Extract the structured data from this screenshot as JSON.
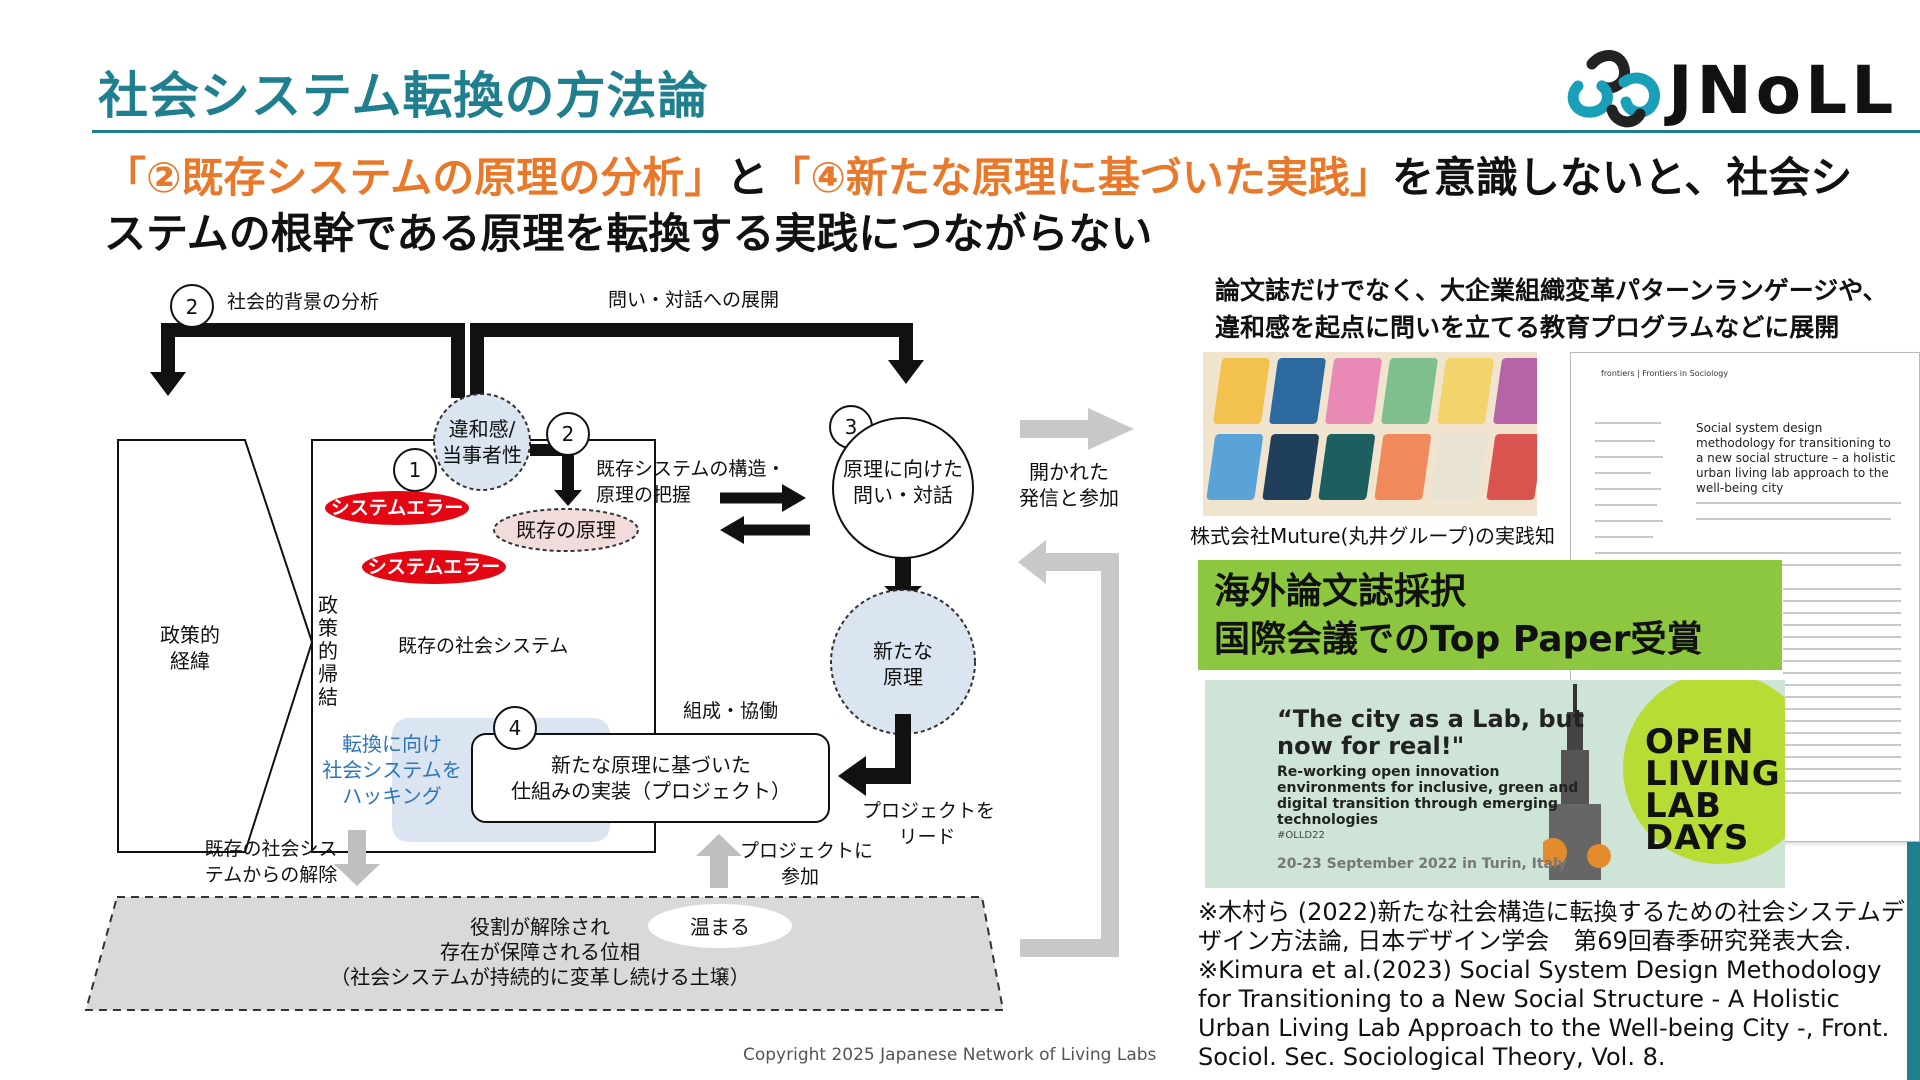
{
  "title": "社会システム転換の方法論",
  "logo": {
    "name": "JNoLL"
  },
  "subtitle": {
    "part1": "「②既存システムの原理の分析」",
    "part2": "と",
    "part3": "「④新たな原理に基づいた実践」",
    "part4": "を意識しないと、社会シ",
    "part5": "ステムの根幹である原理を転換する実践につながらない"
  },
  "diagram": {
    "num_2_top": "2",
    "social_background": "社会的背景の分析",
    "dialogue_expansion": "問い・対話への展開",
    "discomfort_1": "違和感/",
    "discomfort_2": "当事者性",
    "num_1": "1",
    "num_2": "2",
    "num_3": "3",
    "num_4": "4",
    "system_error_1": "システムエラー",
    "system_error_2": "システムエラー",
    "existing_principle": "既存の原理",
    "structure_1": "既存システムの構造・",
    "structure_2": "原理の把握",
    "questions_1": "原理に向けた",
    "questions_2": "問い・対話",
    "open_1": "開かれた",
    "open_2": "発信と参加",
    "policy_history_1": "政策的",
    "policy_history_2": "経緯",
    "policy_result": "政策的帰結",
    "existing_social_system": "既存の社会システム",
    "new_principle_1": "新たな",
    "new_principle_2": "原理",
    "organization": "組成・協働",
    "hacking_1": "転換に向け",
    "hacking_2": "社会システムを",
    "hacking_3": "ハッキング",
    "implementation_1": "新たな原理に基づいた",
    "implementation_2": "仕組みの実装（プロジェクト）",
    "lead_1": "プロジェクトを",
    "lead_2": "リード",
    "release_1": "既存の社会シス",
    "release_2": "テムからの解除",
    "join_1": "プロジェクトに",
    "join_2": "参加",
    "warm": "温まる",
    "ground_1": "役割が解除され",
    "ground_2": "存在が保障される位相",
    "ground_3": "（社会システムが持続的に変革し続ける土壌）"
  },
  "right": {
    "heading_1": "論文誌だけでなく、大企業組織変革パターンランゲージや、",
    "heading_2": "違和感を起点に問いを立てる教育プログラムなどに展開",
    "muture_caption": "株式会社Muture(丸井グループ)の実践知",
    "paper_journal": "frontiers | Frontiers in Sociology",
    "paper_title": "Social system design methodology for transitioning to a new social structure – a holistic urban living lab approach to the well-being city",
    "award_1": "海外論文誌採択",
    "award_2": "国際会議でのTop Paper受賞",
    "olld_quote_1": "“The city as a Lab, but",
    "olld_quote_2": "now for real!\"",
    "olld_body_1": "Re-working open innovation",
    "olld_body_2": "environments for inclusive, green and",
    "olld_body_3": "digital transition through emerging",
    "olld_body_4": "technologies",
    "olld_tag": "#OLLD22",
    "olld_date": "20-23 September 2022 in Turin, Italy",
    "olld_name_1": "OPEN",
    "olld_name_2": "LIVING",
    "olld_name_3": "LAB",
    "olld_name_4": "DAYS"
  },
  "references": {
    "ref1": "※木村ら (2022)新たな社会構造に転換するための社会システムデザイン方法論, 日本デザイン学会　第69回春季研究発表大会.",
    "ref2": "※Kimura et al.(2023) Social System Design Methodology for Transitioning to a New Social Structure - A Holistic Urban Living Lab Approach to the Well-being City -, Front. Sociol. Sec. Sociological Theory, Vol. 8."
  },
  "copyright": "Copyright 2025  Japanese Network of Living Labs",
  "colors": {
    "teal": "#1f7f8f",
    "orange": "#e8782a",
    "error_red": "#e30613",
    "award_green": "#8dc63f",
    "circle_blue": "#dbe5f1"
  }
}
